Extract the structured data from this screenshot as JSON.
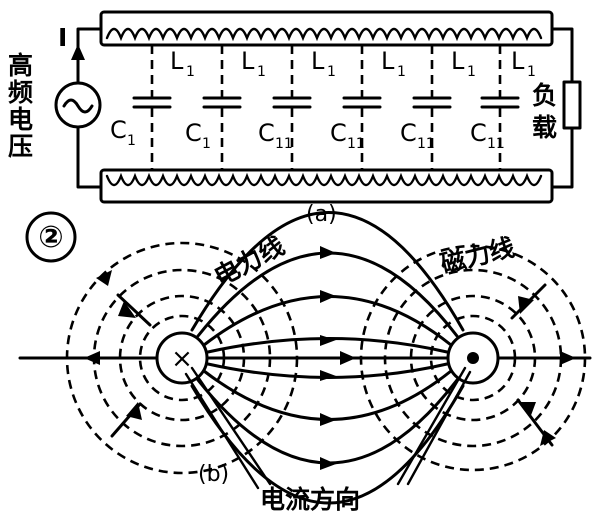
{
  "figure_top": {
    "current_label": "I",
    "source_label_chars": [
      "高",
      "频",
      "电",
      "压"
    ],
    "load_label_chars": [
      "负",
      "载"
    ],
    "inductor_labels": [
      "L",
      "L",
      "L",
      "L",
      "L",
      "L"
    ],
    "inductor_subscript": "1",
    "capacitor_labels": [
      "C",
      "C",
      "C",
      "C",
      "C",
      "C"
    ],
    "capacitor_subscripts": [
      "1",
      "1",
      "11",
      "11",
      "11",
      "11"
    ]
  },
  "figure_bottom": {
    "figure_number": "②",
    "label_a": "(a)",
    "label_b": "(b)",
    "electric_field_label": "电力线",
    "magnetic_field_label": "磁力线",
    "current_direction_label": "电流方向",
    "left_conductor_symbol": "×"
  },
  "colors": {
    "ink": "#000000",
    "paper": "#ffffff"
  }
}
